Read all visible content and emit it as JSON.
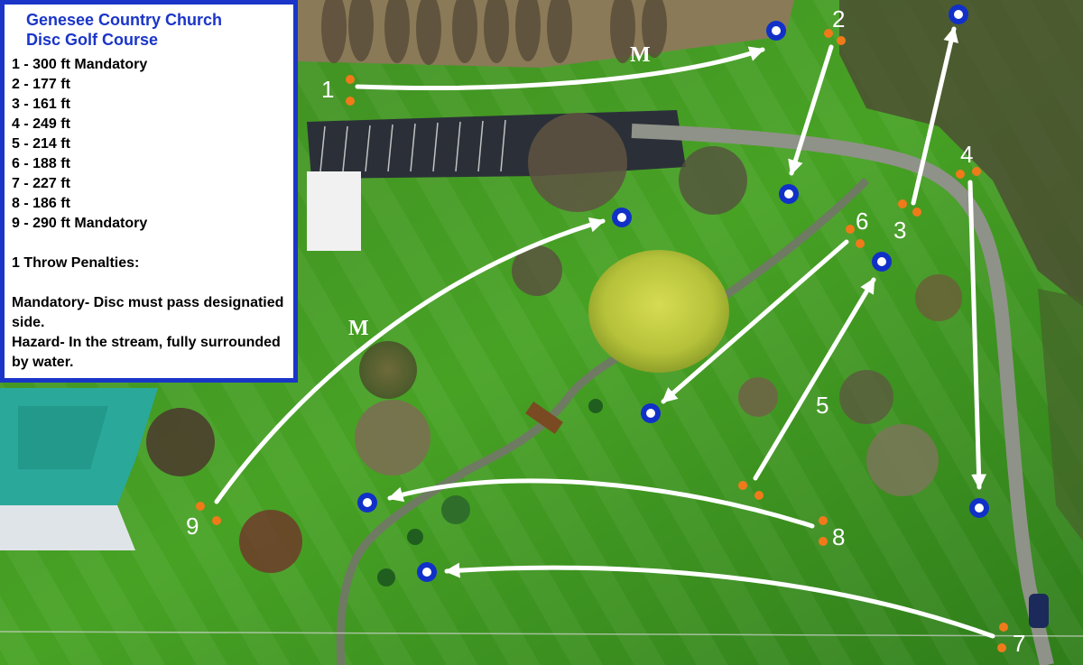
{
  "legend": {
    "title_line1": "Genesee Country Church",
    "title_line2": "Disc Golf Course",
    "holes": [
      "1 - 300 ft Mandatory",
      "2 - 177 ft",
      "3 - 161 ft",
      "4 - 249 ft",
      "5 - 214 ft",
      "6 - 188 ft",
      "7 - 227 ft",
      "8 - 186 ft",
      "9 - 290 ft Mandatory"
    ],
    "penalties_heading": "1 Throw Penalties:",
    "mandatory_rule": "Mandatory- Disc must pass designatied side.",
    "hazard_rule": "Hazard- In the stream, fully surrounded by water."
  },
  "map": {
    "hole_labels": [
      "1",
      "2",
      "3",
      "4",
      "5",
      "6",
      "7",
      "8",
      "9"
    ],
    "mandatory_markers": [
      "M",
      "M"
    ],
    "colors": {
      "grass": "#3f9a1e",
      "tee_marker": "#f07a1a",
      "basket_outer": "#1030c8",
      "arrow": "#ffffff",
      "legend_border": "#1a35c8",
      "legend_title": "#1a35c8"
    },
    "icons": [
      "tee-marker",
      "basket-icon",
      "flight-arrow"
    ]
  }
}
